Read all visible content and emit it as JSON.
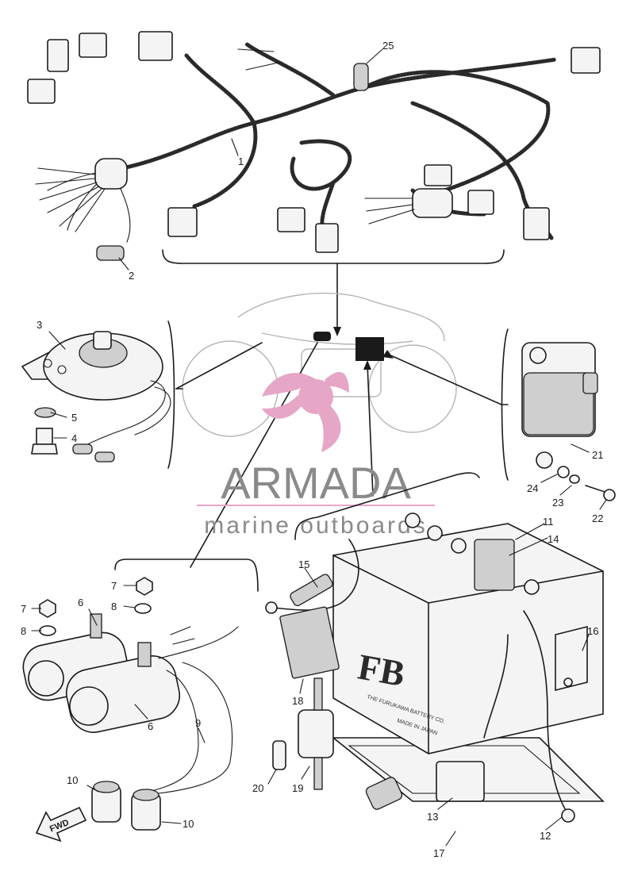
{
  "parts": [
    {
      "id": "p1",
      "label": "1"
    },
    {
      "id": "p2",
      "label": "2"
    },
    {
      "id": "p3",
      "label": "3"
    },
    {
      "id": "p4",
      "label": "4"
    },
    {
      "id": "p5",
      "label": "5"
    },
    {
      "id": "p6a",
      "label": "6"
    },
    {
      "id": "p6b",
      "label": "6"
    },
    {
      "id": "p7a",
      "label": "7"
    },
    {
      "id": "p7b",
      "label": "7"
    },
    {
      "id": "p8a",
      "label": "8"
    },
    {
      "id": "p8b",
      "label": "8"
    },
    {
      "id": "p9",
      "label": "9"
    },
    {
      "id": "p10a",
      "label": "10"
    },
    {
      "id": "p10b",
      "label": "10"
    },
    {
      "id": "p11",
      "label": "11"
    },
    {
      "id": "p12",
      "label": "12"
    },
    {
      "id": "p13",
      "label": "13"
    },
    {
      "id": "p14",
      "label": "14"
    },
    {
      "id": "p15",
      "label": "15"
    },
    {
      "id": "p16",
      "label": "16"
    },
    {
      "id": "p17",
      "label": "17"
    },
    {
      "id": "p18",
      "label": "18"
    },
    {
      "id": "p19",
      "label": "19"
    },
    {
      "id": "p20",
      "label": "20"
    },
    {
      "id": "p21",
      "label": "21"
    },
    {
      "id": "p22",
      "label": "22"
    },
    {
      "id": "p23",
      "label": "23"
    },
    {
      "id": "p24",
      "label": "24"
    },
    {
      "id": "p25",
      "label": "25"
    }
  ],
  "watermark": {
    "brand": "ARMADA",
    "tagline": "marine outboards"
  },
  "battery": {
    "logo": "FB",
    "maker": "THE FURUKAWA BATTERY CO.",
    "origin": "MADE IN JAPAN"
  },
  "direction": {
    "label": "FWD"
  },
  "colors": {
    "ink": "#1a1a1a",
    "watermark_pink": "#e6a6c6",
    "watermark_gray": "#8a8a8a"
  }
}
